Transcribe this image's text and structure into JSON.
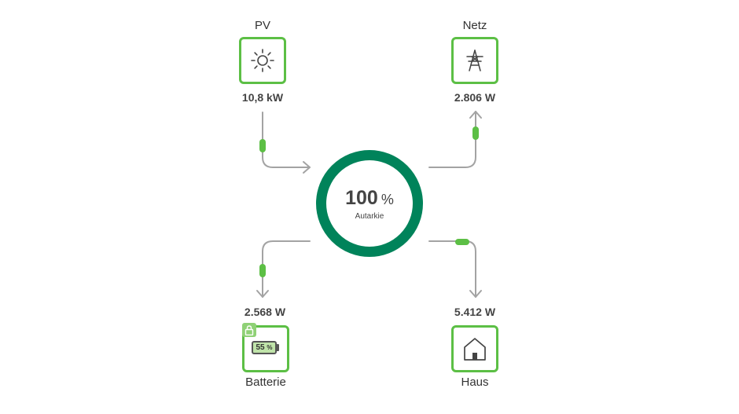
{
  "pv": {
    "label": "PV",
    "value": "10,8 kW",
    "icon": "sun-icon"
  },
  "grid": {
    "label": "Netz",
    "value": "2.806 W",
    "icon": "power-tower-icon"
  },
  "battery": {
    "label": "Batterie",
    "value": "2.568 W",
    "charge": "55",
    "charge_unit": "%",
    "icon": "battery-icon",
    "lock_icon": "lock-icon"
  },
  "house": {
    "label": "Haus",
    "value": "5.412 W",
    "icon": "house-icon"
  },
  "autarky": {
    "value": "100",
    "unit": "%",
    "caption": "Autarkie",
    "level": 1.0
  },
  "colors": {
    "accent": "#5cbf45",
    "ring": "#00835a",
    "line": "#999999",
    "text": "#444444"
  }
}
